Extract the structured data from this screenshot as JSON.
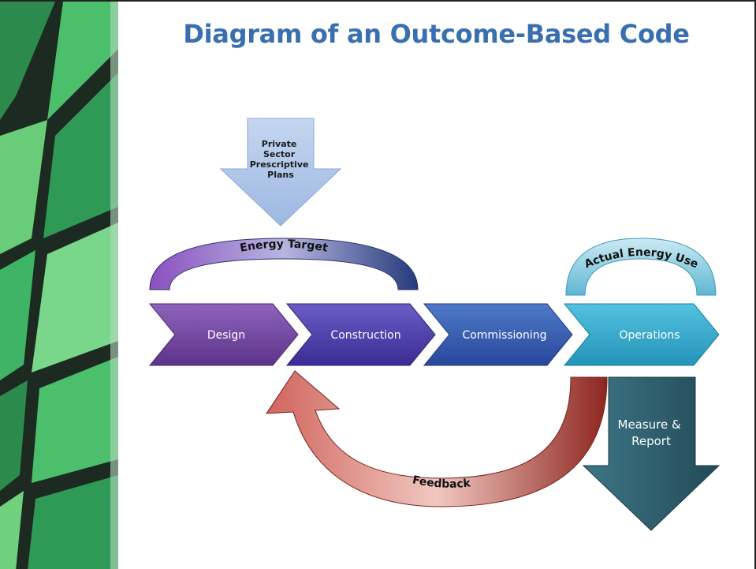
{
  "title": "Diagram of an Outcome-Based Code",
  "top_arrow": {
    "lines": [
      "Private",
      "Sector",
      "Prescriptive",
      "Plans"
    ]
  },
  "energy_target": "Energy Target",
  "actual_energy_use": "Actual Energy Use",
  "stages": [
    "Design",
    "Construction",
    "Commissioning",
    "Operations"
  ],
  "feedback": "Feedback",
  "measure_report": {
    "lines": [
      "Measure &",
      "Report"
    ]
  },
  "colors": {
    "title": "#3a6faf",
    "design": "#6a3f9a",
    "construction": "#4b3aa6",
    "commissioning": "#2f55a8",
    "operations": "#2aa3c6",
    "feedback": "#b23b35",
    "measure_report": "#2d5a6a",
    "top_arrow": "#a9c2e6"
  }
}
